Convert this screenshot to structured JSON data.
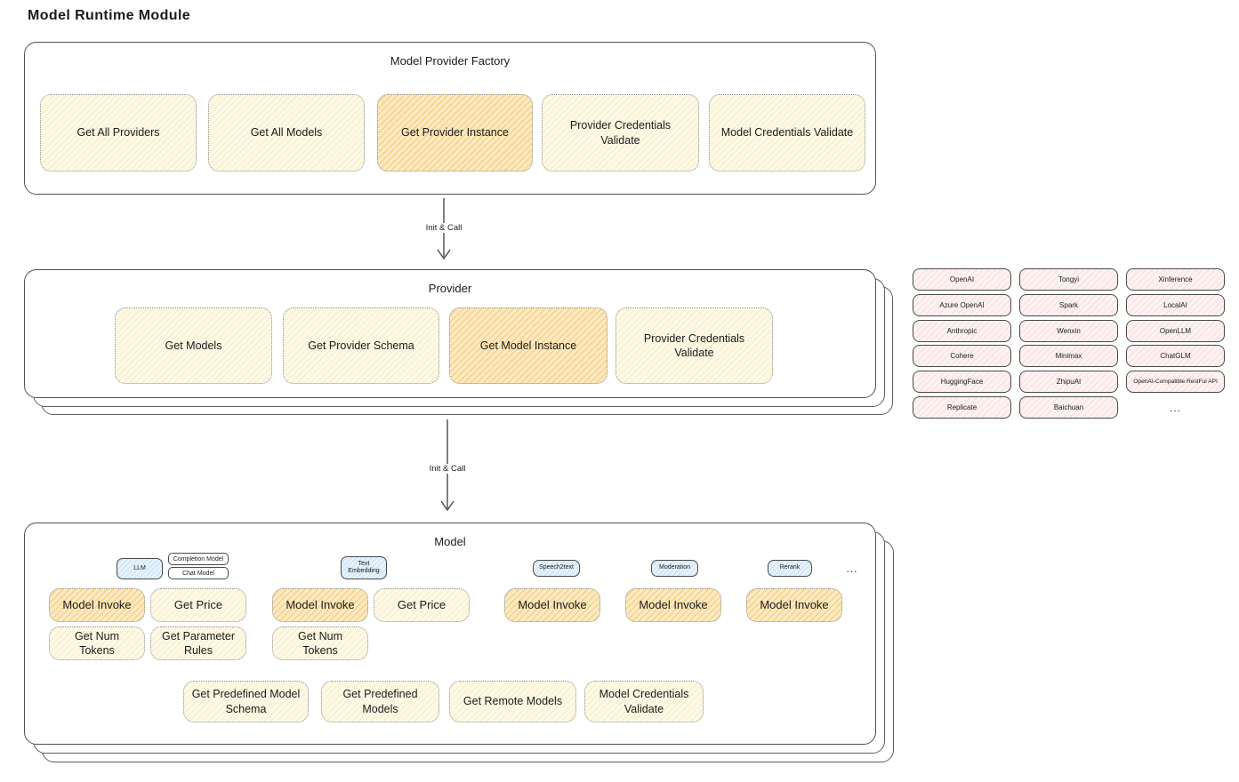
{
  "page_title": "Model Runtime Module",
  "arrows": {
    "init_call_1": "Init & Call",
    "init_call_2": "Init & Call"
  },
  "factory": {
    "title": "Model Provider Factory",
    "methods": [
      "Get All Providers",
      "Get All Models",
      "Get Provider Instance",
      "Provider Credentials Validate",
      "Model Credentials Validate"
    ]
  },
  "provider": {
    "title": "Provider",
    "methods": [
      "Get Models",
      "Get Provider Schema",
      "Get Model Instance",
      "Provider Credentials Validate"
    ]
  },
  "providers_list": {
    "items": [
      "OpenAI",
      "Tongyi",
      "Xinference",
      "Azure OpenAI",
      "Spark",
      "LocalAI",
      "Anthropic",
      "Wenxin",
      "OpenLLM",
      "Cohere",
      "Minimax",
      "ChatGLM",
      "HuggingFace",
      "ZhipuAI",
      "OpenAI-Compatible RestFul API",
      "Replicate",
      "Baichuan"
    ],
    "more": "..."
  },
  "model": {
    "title": "Model",
    "more": "...",
    "groups": {
      "llm": {
        "tab": "LLM",
        "subtabs": [
          "Completion Model",
          "Chat Model"
        ],
        "methods": [
          "Model Invoke",
          "Get Price",
          "Get Num Tokens",
          "Get Parameter Rules"
        ]
      },
      "text_embedding": {
        "tab": "Text Embedding",
        "methods": [
          "Model Invoke",
          "Get Price",
          "Get Num Tokens"
        ]
      },
      "speech2text": {
        "tab": "Speech2text",
        "methods": [
          "Model Invoke"
        ]
      },
      "moderation": {
        "tab": "Moderation",
        "methods": [
          "Model Invoke"
        ]
      },
      "rerank": {
        "tab": "Rerank",
        "methods": [
          "Model Invoke"
        ]
      }
    },
    "common_methods": [
      "Get Predefined Model Schema",
      "Get Predefined Models",
      "Get Remote Models",
      "Model Credentials Validate"
    ]
  },
  "colors": {
    "cream_fill": "#fdf9e6",
    "orange_fill": "#fbeac0",
    "pink_fill": "#fdf2f1",
    "blue_fill": "#e7f2fb",
    "stroke_dark": "#525252",
    "stroke_dotted": "#909090",
    "text": "#1b1b1b"
  }
}
